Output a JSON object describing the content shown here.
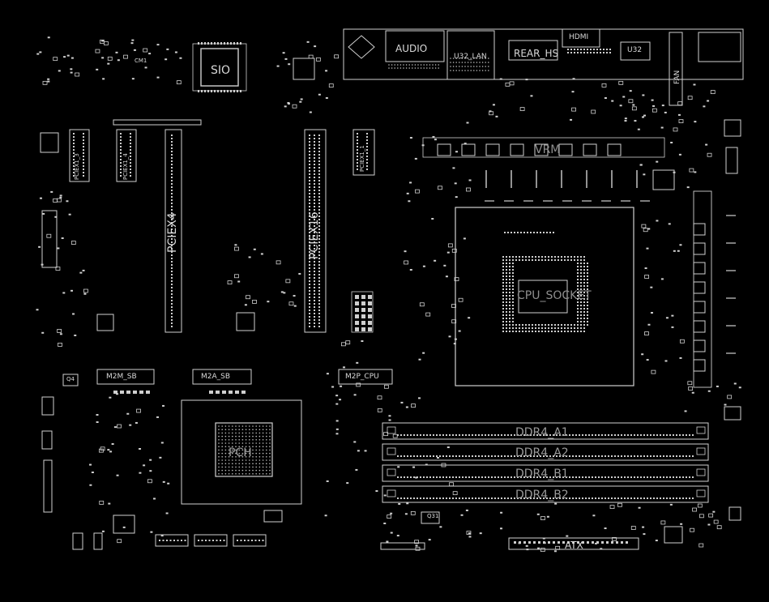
{
  "board": {
    "labels": {
      "sio": "SIO",
      "audio": "AUDIO",
      "u32_lan": "U32_LAN",
      "rear_hs": "REAR_HS",
      "hdmi": "HDMI",
      "u32": "U32",
      "pciex4": "PCIEX4",
      "pciex16": "PCIEX16",
      "cpu": "CPU_SOCKET",
      "m2m_sb": "M2M_SB",
      "m2a_sb": "M2A_SB",
      "m2p_cpu": "M2P_CPU",
      "pch": "PCH",
      "ddr4_a1": "DDR4_A1",
      "ddr4_a2": "DDR4_A2",
      "ddr4_b1": "DDR4_B1",
      "ddr4_b2": "DDR4_B2",
      "atx": "ATX",
      "vrm": "VRM",
      "cm1": "CM1",
      "q4": "Q4",
      "q31": "Q31",
      "pcie1_4": "PCIEX1_4",
      "pcie1_3": "PCIEX1_3",
      "pcie1_1": "PCIEX1_1",
      "fan": "FAN"
    }
  }
}
